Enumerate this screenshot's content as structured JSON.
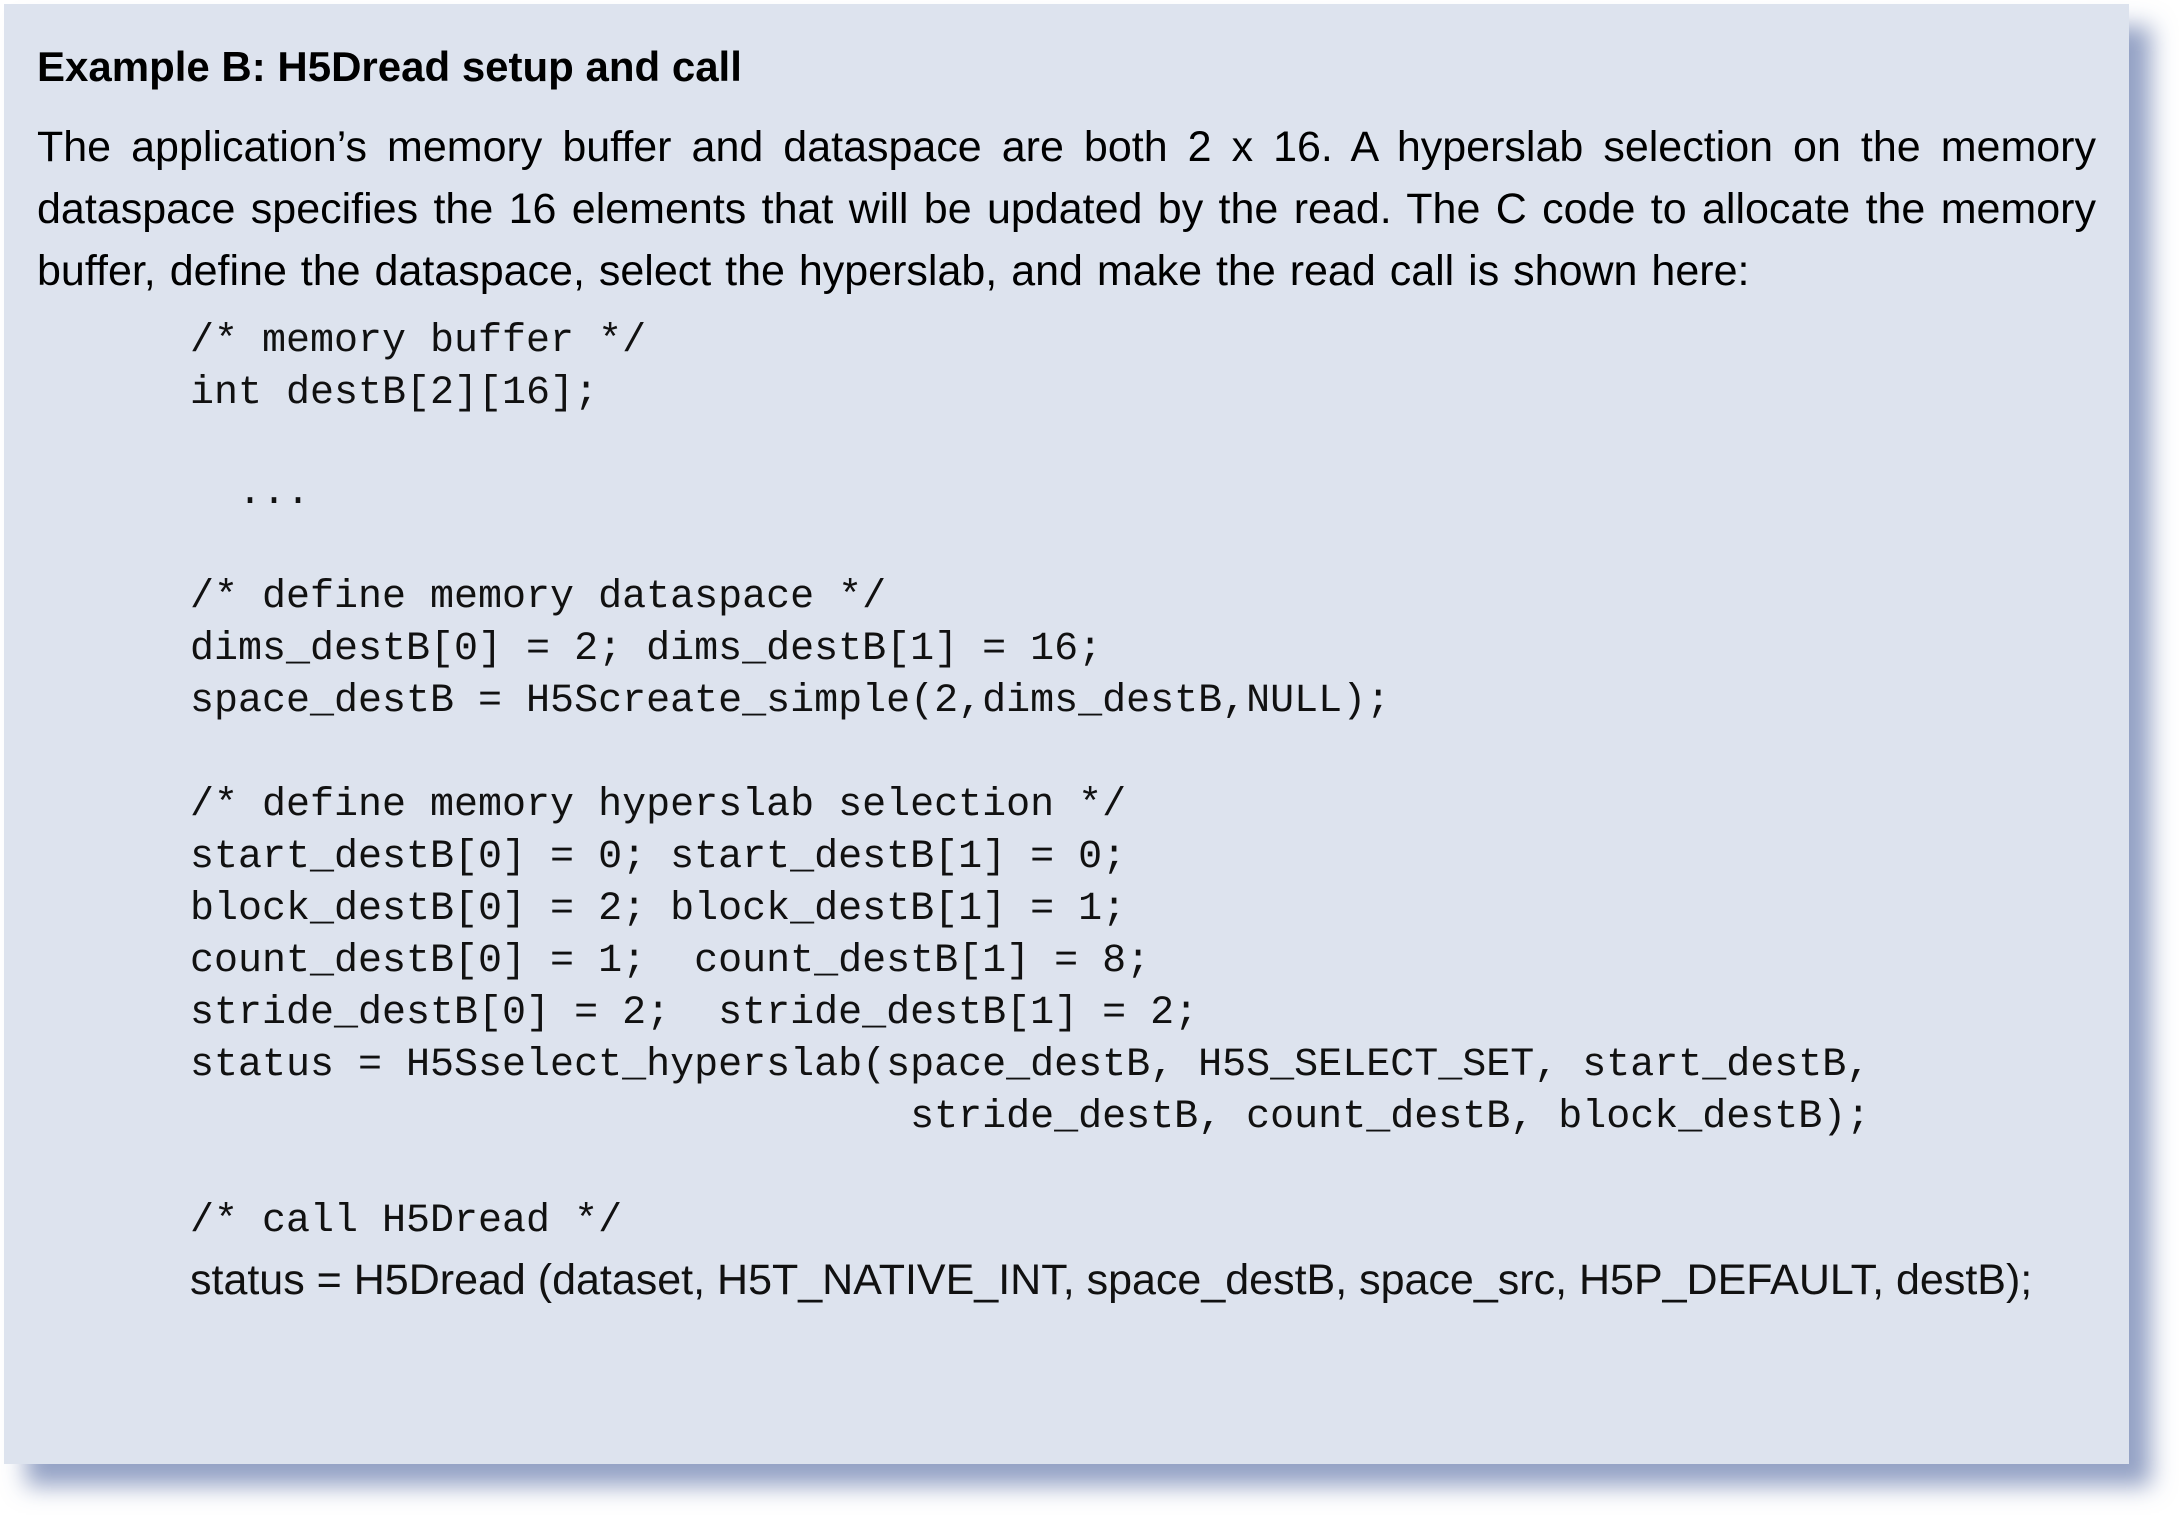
{
  "example": {
    "title": "Example B:  H5Dread setup and call",
    "intro": "The application’s memory buffer and dataspace are both 2 x 16. A hyperslab selection on the memory dataspace specifies the 16 elements that will be updated by the read. The C code to allocate the memory buffer, define the dataspace, select the hyperslab, and make the read call is shown here:",
    "code": {
      "buffer_comment": "/* memory buffer */",
      "buffer_decl": "int destB[2][16];",
      "ellipsis": "  ...",
      "dataspace_comment": "/* define memory dataspace */",
      "dims_line": "dims_destB[0] = 2; dims_destB[1] = 16;",
      "space_line": "space_destB = H5Screate_simple(2,dims_destB,NULL);",
      "hyperslab_comment": "/* define memory hyperslab selection */",
      "start_line": "start_destB[0] = 0; start_destB[1] = 0;",
      "block_line": "block_destB[0] = 2; block_destB[1] = 1;",
      "count_line": "count_destB[0] = 1;  count_destB[1] = 8;",
      "stride_line": "stride_destB[0] = 2;  stride_destB[1] = 2;",
      "select_line_1": "status = H5Sselect_hyperslab(space_destB, H5S_SELECT_SET, start_destB,",
      "select_line_2": "                              stride_destB, count_destB, block_destB);",
      "call_comment": "/* call H5Dread */",
      "call_line": "status = H5Dread (dataset, H5T_NATIVE_INT, space_destB, space_src, H5P_DEFAULT, destB);"
    }
  }
}
